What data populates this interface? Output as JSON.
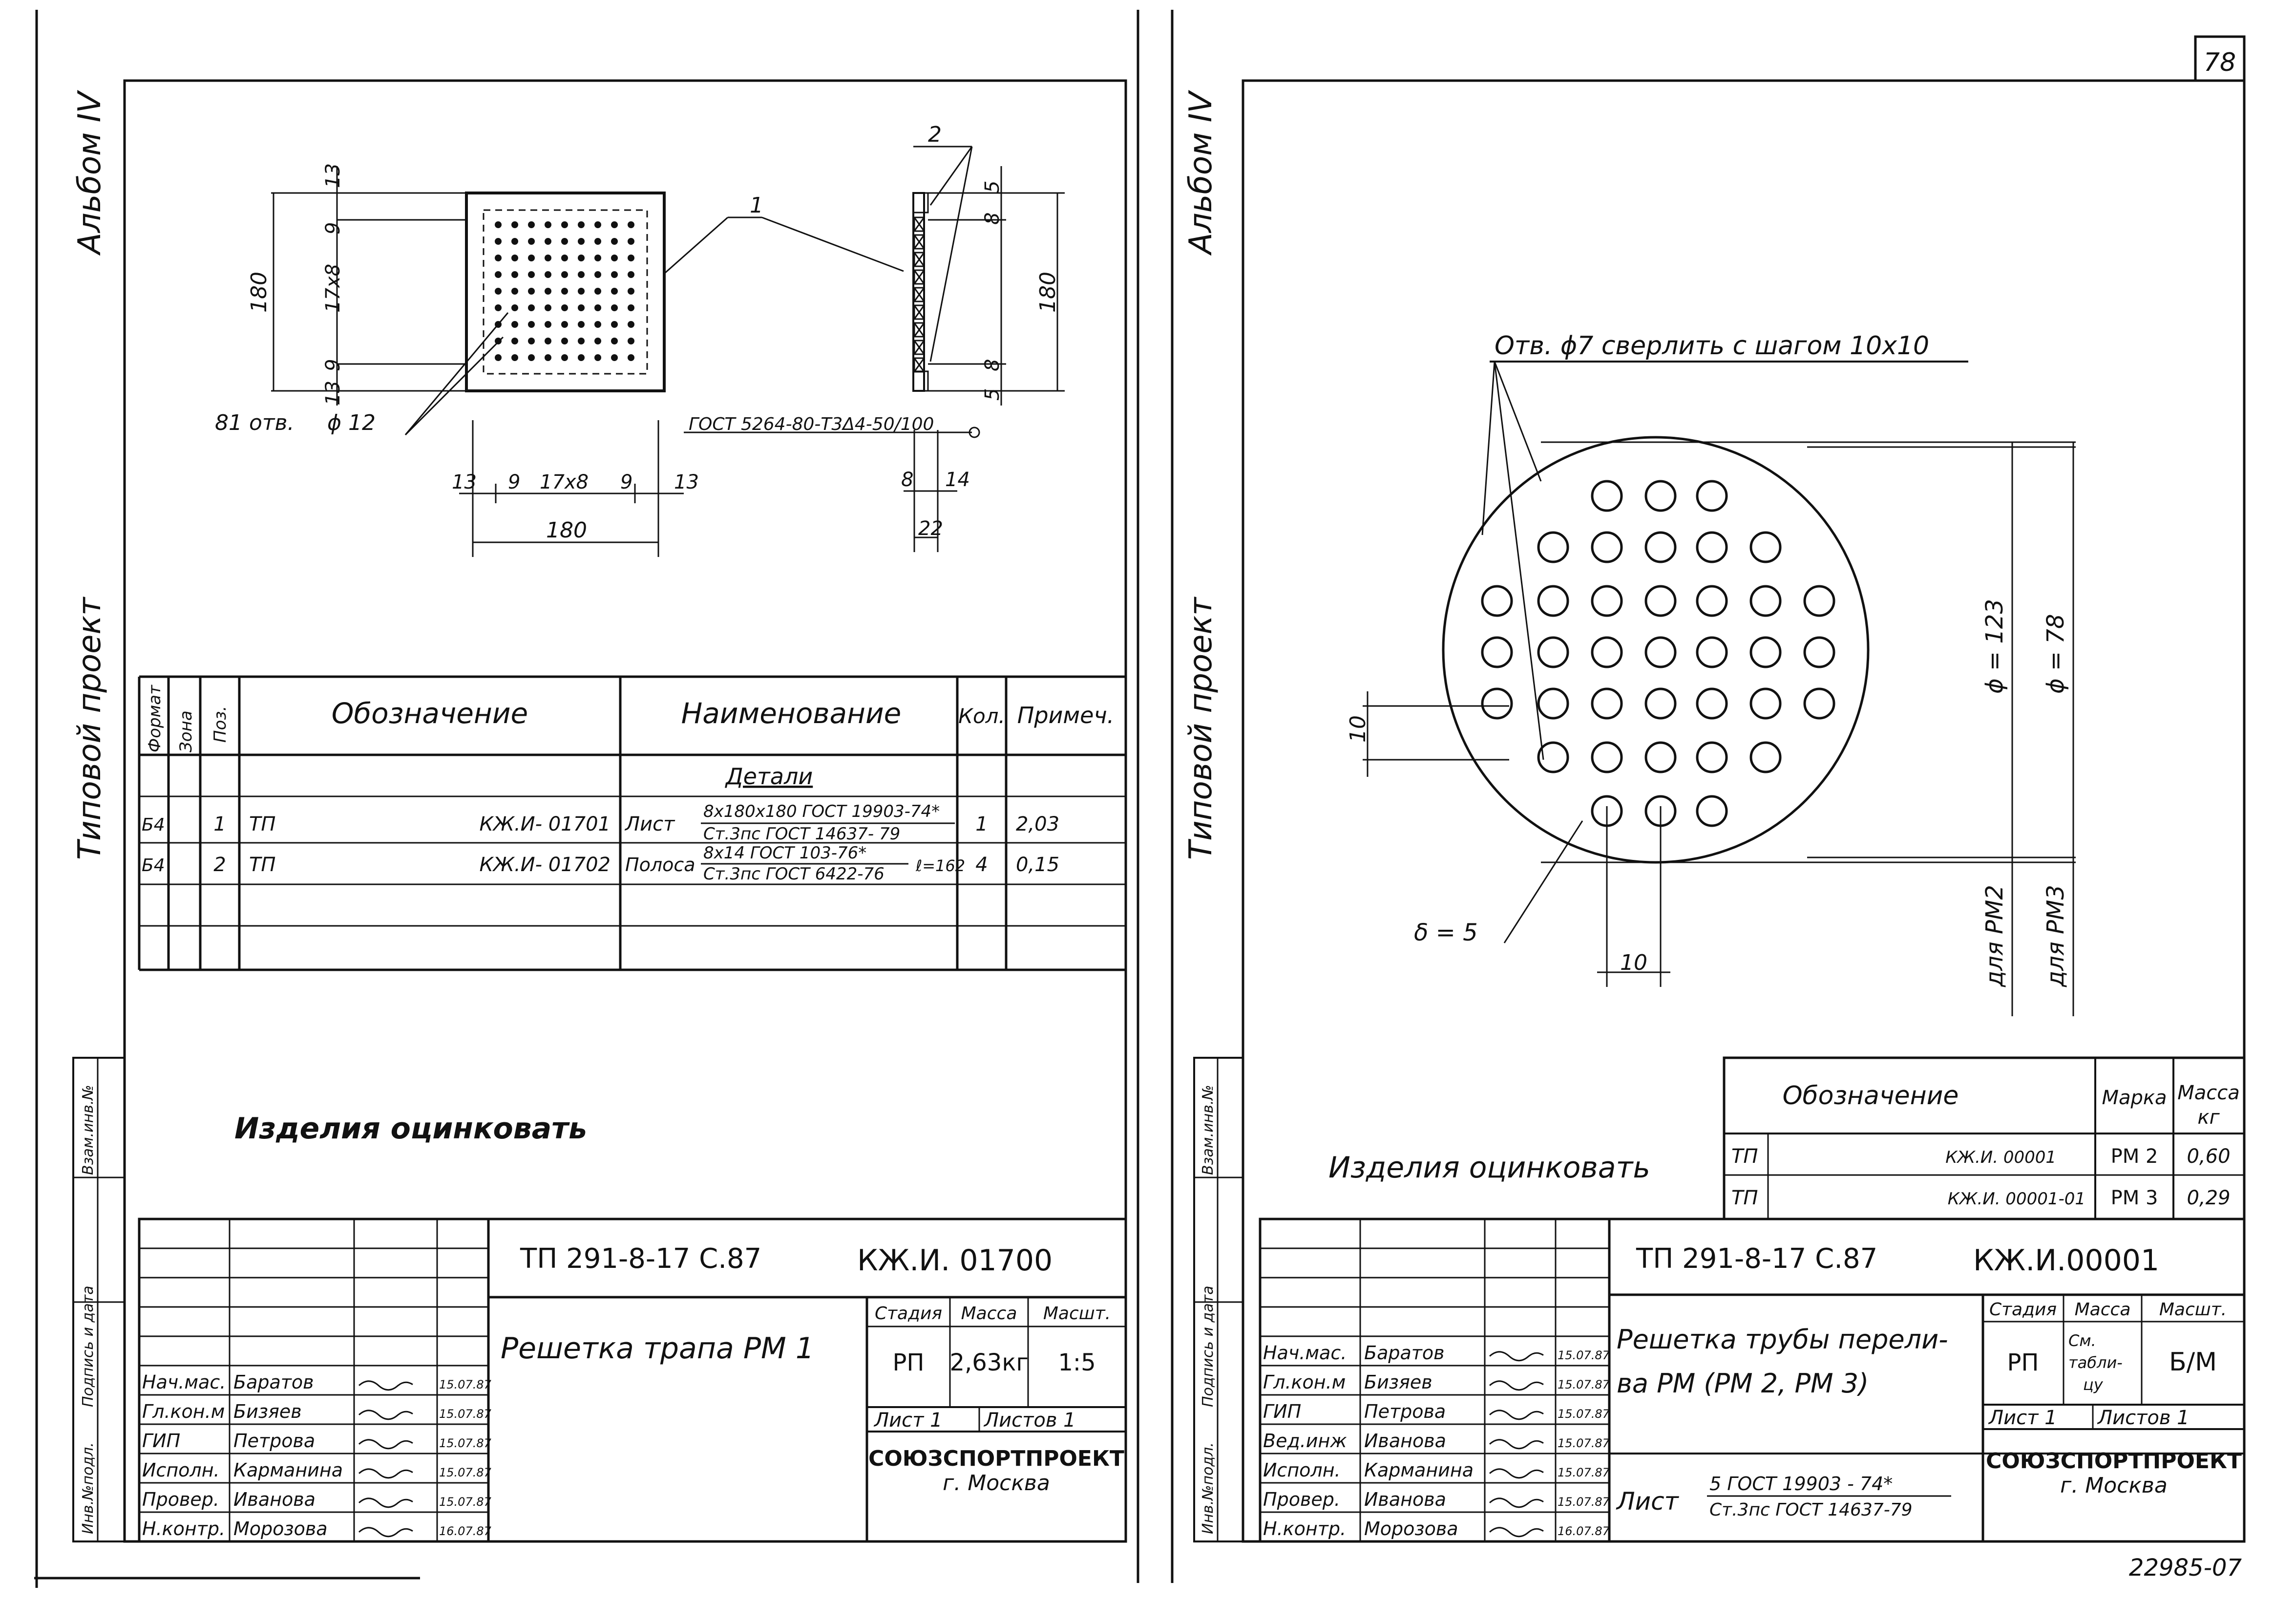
{
  "page": {
    "corner_number": "78",
    "archive_number": "22985-07"
  },
  "left": {
    "album": "Альбом IV",
    "typical_project": "Типовой проект",
    "dims": {
      "d13": "13",
      "d9": "9",
      "d17x8": "17x8",
      "d180": "180",
      "holes_label": "81 отв.",
      "hole_dia": "ϕ 12",
      "leader1": "1",
      "leader2": "2",
      "d5": "5",
      "d8": "8",
      "d180b": "180",
      "d14": "14",
      "d22": "22",
      "gost_weld": "ГОСТ 5264-80-Т3Δ4-50/100"
    },
    "spec": {
      "headers": {
        "format": "Формат",
        "zone": "Зона",
        "pos": "Поз.",
        "designation": "Обозначение",
        "name": "Наименование",
        "qty": "Кол.",
        "note": "Примеч."
      },
      "section": "Детали",
      "rows": [
        {
          "format": "Б4",
          "pos": "1",
          "designation_left": "ТП",
          "designation_right": "КЖ.И- 01701",
          "name_main": "Лист",
          "name_top": "8х180х180 ГОСТ 19903-74*",
          "name_bottom": "Ст.3пс ГОСТ 14637- 79",
          "name_extra": "",
          "qty": "1",
          "note": "2,03"
        },
        {
          "format": "Б4",
          "pos": "2",
          "designation_left": "ТП",
          "designation_right": "КЖ.И- 01702",
          "name_main": "Полоса",
          "name_top": "8х14 ГОСТ 103-76*",
          "name_bottom": "Ст.3пс ГОСТ 6422-76",
          "name_extra": "ℓ=162",
          "qty": "4",
          "note": "0,15"
        }
      ]
    },
    "note": "Изделия оцинковать",
    "side_labels": [
      "Инв.№подл.",
      "Подпись и дата",
      "Взам.инв.№"
    ],
    "title_block": {
      "project_code": "ТП 291-8-17 С.87",
      "doc_code": "КЖ.И. 01700",
      "title": "Решетка трапа РМ 1",
      "stage_label": "Стадия",
      "mass_label": "Масса",
      "scale_label": "Масшт.",
      "stage": "РП",
      "mass": "2,63кг",
      "scale": "1:5",
      "sheet": "Лист 1",
      "sheets": "Листов 1",
      "org": "СОЮЗСПОРТПРОЕКТ",
      "city": "г. Москва",
      "people": [
        {
          "role": "Нач.мас.",
          "name": "Баратов",
          "date": "15.07.87"
        },
        {
          "role": "Гл.кон.м",
          "name": "Бизяев",
          "date": "15.07.87"
        },
        {
          "role": "ГИП",
          "name": "Петрова",
          "date": "15.07.87"
        },
        {
          "role": "Исполн.",
          "name": "Карманина",
          "date": "15.07.87"
        },
        {
          "role": "Провер.",
          "name": "Иванова",
          "date": "15.07.87"
        },
        {
          "role": "Н.контр.",
          "name": "Морозова",
          "date": "16.07.87"
        }
      ]
    }
  },
  "right": {
    "album": "Альбом IV",
    "typical_project": "Типовой проект",
    "drill_note": "Отв. ϕ7 сверлить с шагом 10х10",
    "dim_d123": "ϕ = 123",
    "dim_d78": "ϕ = 78",
    "for_rm2": "для РМ2",
    "for_rm3": "для РМ3",
    "dim_10a": "10",
    "dim_10b": "10",
    "thickness": "δ = 5",
    "note": "Изделия оцинковать",
    "side_labels": [
      "Инв.№подл.",
      "Подпись и дата",
      "Взам.инв.№"
    ],
    "table": {
      "headers": {
        "designation": "Обозначение",
        "mark": "Марка",
        "mass": "Масса",
        "mass_unit": "кг"
      },
      "rows": [
        {
          "left": "ТП",
          "code": "КЖ.И. 00001",
          "mark": "РМ 2",
          "mass": "0,60"
        },
        {
          "left": "ТП",
          "code": "КЖ.И. 00001-01",
          "mark": "РМ 3",
          "mass": "0,29"
        }
      ]
    },
    "title_block": {
      "project_code": "ТП 291-8-17 С.87",
      "doc_code": "КЖ.И.00001",
      "title_line1": "Решетка трубы перели-",
      "title_line2": "ва РМ (РМ 2, РМ 3)",
      "stage_label": "Стадия",
      "mass_label": "Масса",
      "scale_label": "Масшт.",
      "stage": "РП",
      "mass_line1": "См.",
      "mass_line2": "табли-",
      "mass_line3": "цу",
      "scale": "Б/М",
      "sheet": "Лист 1",
      "sheets": "Листов 1",
      "material_label": "Лист",
      "material_top": "5 ГОСТ 19903 - 74*",
      "material_bottom": "Ст.3пс ГОСТ 14637-79",
      "org": "СОЮЗСПОРТПРОЕКТ",
      "city": "г. Москва",
      "people": [
        {
          "role": "Нач.мас.",
          "name": "Баратов",
          "date": "15.07.87"
        },
        {
          "role": "Гл.кон.м",
          "name": "Бизяев",
          "date": "15.07.87"
        },
        {
          "role": "ГИП",
          "name": "Петрова",
          "date": "15.07.87"
        },
        {
          "role": "Вед.инж",
          "name": "Иванова",
          "date": "15.07.87"
        },
        {
          "role": "Исполн.",
          "name": "Карманина",
          "date": "15.07.87"
        },
        {
          "role": "Провер.",
          "name": "Иванова",
          "date": "15.07.87"
        },
        {
          "role": "Н.контр.",
          "name": "Морозова",
          "date": "16.07.87"
        }
      ]
    }
  }
}
